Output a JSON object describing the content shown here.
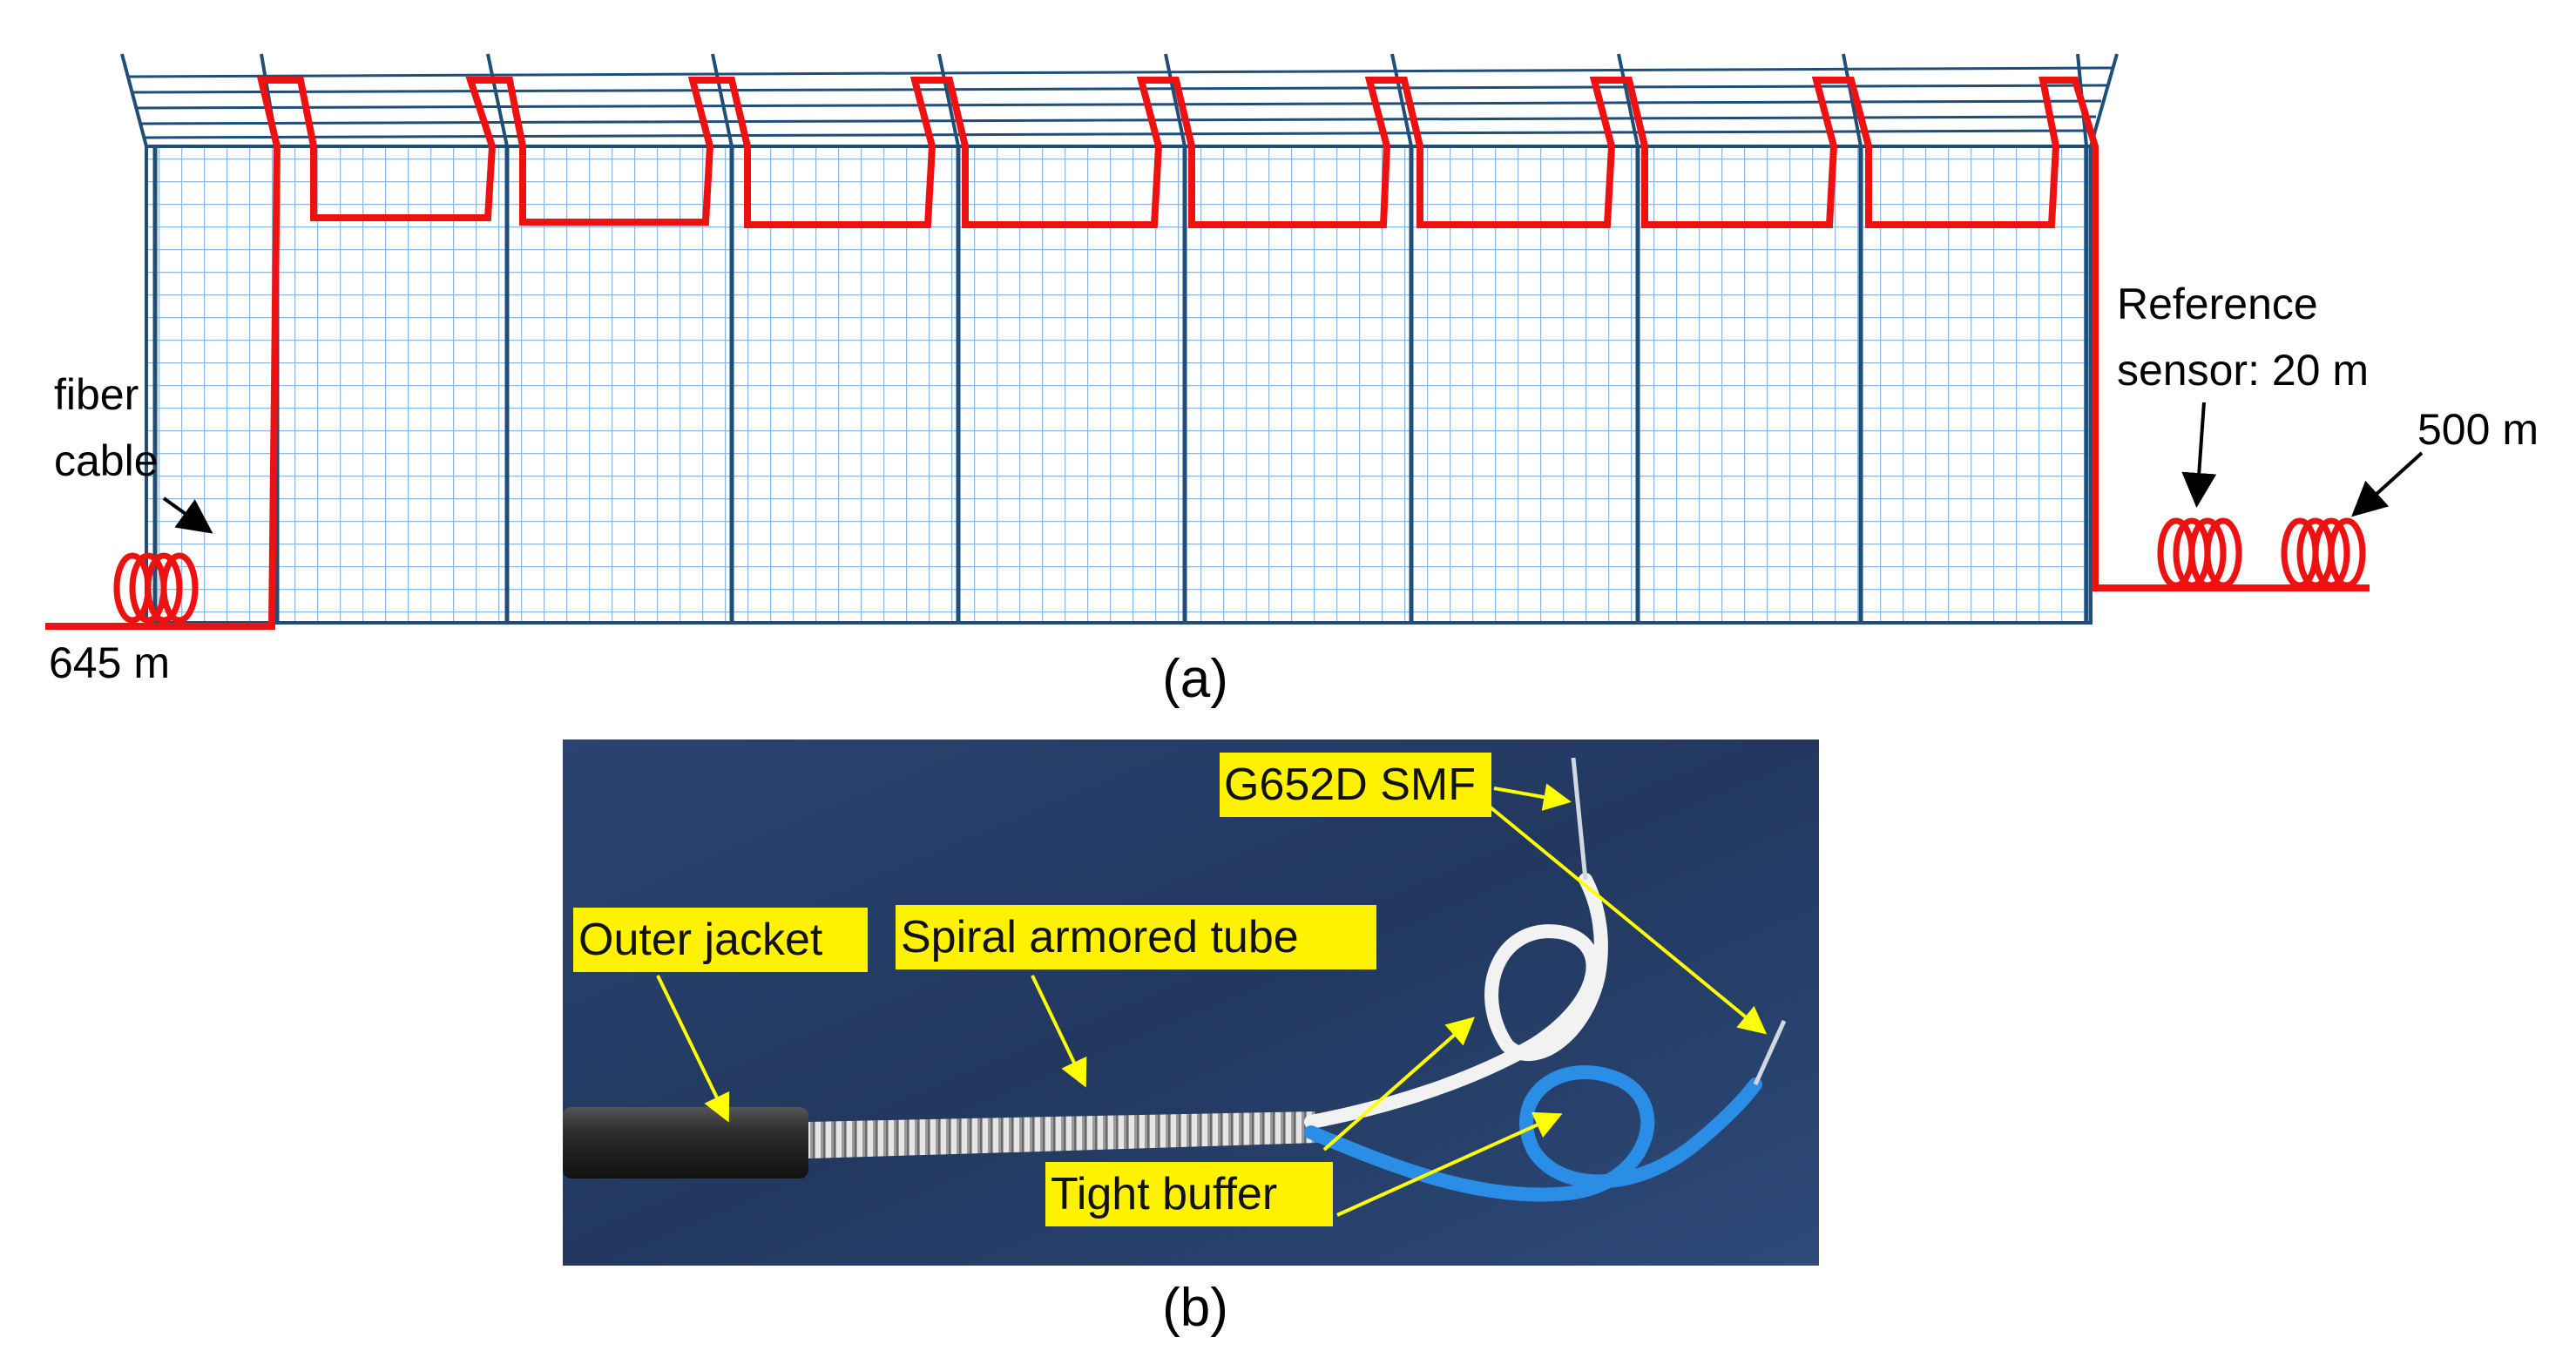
{
  "panel_a": {
    "caption": "(a)",
    "fiber_label_line1": "fiber",
    "fiber_label_line2": "cable",
    "length_left": "645 m",
    "reference_line1": "Reference",
    "reference_line2": "sensor: 20 m",
    "length_right": "500 m",
    "colors": {
      "fence": "#1f4e79",
      "mesh": "#8fb8e0",
      "fiber": "#ee1111"
    }
  },
  "panel_b": {
    "caption": "(b)",
    "labels": {
      "outer_jacket": "Outer jacket",
      "spiral_tube": "Spiral armored tube",
      "smf": "G652D SMF",
      "tight_buffer": "Tight buffer"
    },
    "colors": {
      "label_bg": "#fff200",
      "arrow": "#ffff00",
      "background": "#22385f"
    }
  }
}
